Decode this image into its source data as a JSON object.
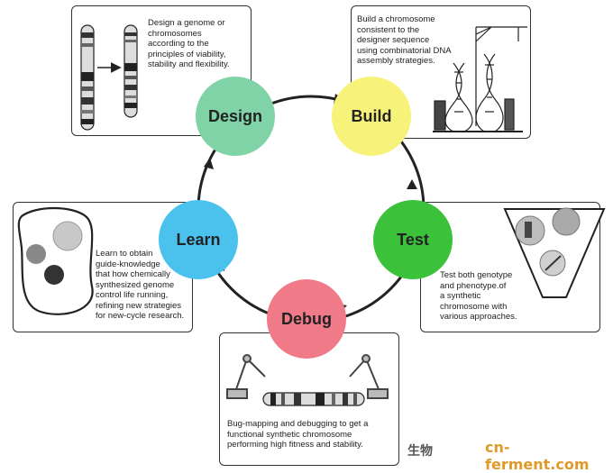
{
  "cycle": {
    "design": {
      "label": "Design",
      "color": "#7fd3a7"
    },
    "build": {
      "label": "Build",
      "color": "#f7f37a"
    },
    "test": {
      "label": "Test",
      "color": "#3cc13b"
    },
    "debug": {
      "label": "Debug",
      "color": "#f07a88"
    },
    "learn": {
      "label": "Learn",
      "color": "#4bc2ee"
    }
  },
  "boxes": {
    "design": {
      "text": "Design a genome or\nchromosomes\naccording to the\nprinciples of viability,\nstability and flexibility."
    },
    "build": {
      "text": "Build a chromosome\nconsistent to the\ndesigner sequence\nusing combinatorial DNA\nassembly strategies."
    },
    "test": {
      "text": "Test both genotype\nand phenotype.of\na synthetic\nchromosome with\nvarious approaches."
    },
    "debug": {
      "text": "Bug-mapping and debugging to get a\nfunctional synthetic chromosome\nperforming high fitness and stability."
    },
    "learn": {
      "text": "Learn to obtain\nguide-knowledge\nthat how chemically\nsynthesized genome\ncontrol life running,\nrefining new strategies\nfor new-cycle research."
    }
  },
  "watermark": {
    "left": "生物",
    "right": "cn-ferment.com"
  }
}
